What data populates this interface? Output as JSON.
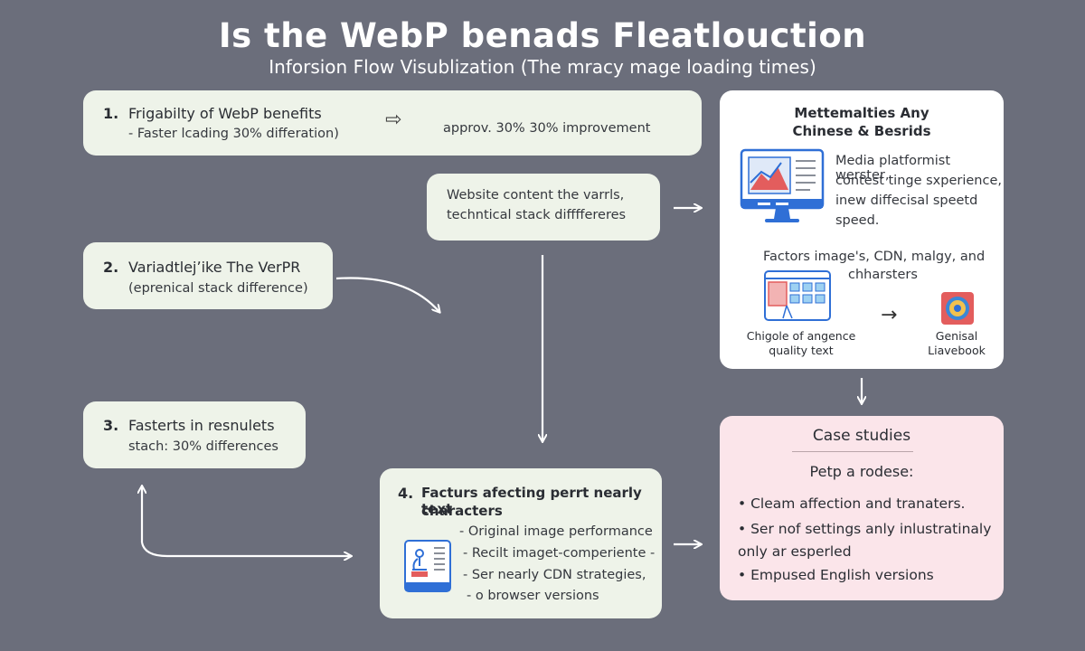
{
  "title": "Is the WebP benads Fleatlouction",
  "subtitle": "Inforsion Flow Visublization (The mracy mage loading times)",
  "box1": {
    "number": "1.",
    "heading": "Frigabilty of WebP benefits",
    "detail": "- Faster lcading 30% differation)",
    "arrow_glyph": "⇨",
    "improvement": "approv. 30% 30% improvement"
  },
  "box_middle": {
    "line1": "Website content the varrls,",
    "line2": "techntical stack diffffereres"
  },
  "box2": {
    "number": "2.",
    "heading": "Variadtlejʼike The VerPR",
    "detail": "(eprenical stack difference)"
  },
  "box3": {
    "number": "3.",
    "heading": "Fasterts in resnulets",
    "detail": "stach: 30% differences"
  },
  "box4": {
    "number": "4.",
    "heading_line1": "Facturs afecting perrt nearly text",
    "heading_line2": "characters",
    "items": [
      "- Original image performance",
      "- Recilt imaget-comperiente -",
      "- Ser nearly CDN strategies,",
      "- o browser versions"
    ]
  },
  "panel_right": {
    "heading_line1": "Mettemalties Any",
    "heading_line2": "Chinese & Besrids",
    "desc": [
      "Media platformist werster,",
      "contest tinge sxperience,",
      "inew diffecisal speetd",
      "speed."
    ],
    "factors_line1": "Factors image's, CDN, malgy, and",
    "factors_line2": "chharsters",
    "caption_left_line1": "Chigole of angence",
    "caption_left_line2": "quality text",
    "caption_right_line1": "Genisal",
    "caption_right_line2": "Liavebook",
    "arrow_glyph": "→"
  },
  "case_studies": {
    "heading": "Case studies",
    "subheading": "Petp a rodese:",
    "items": [
      "• Cleam affection and tranaters.",
      "• Ser nof settings anly inlustratinaly",
      "only ar esperled",
      "• Empused English versions"
    ]
  },
  "colors": {
    "background": "#6b6e7b",
    "box_green": "#eef3e9",
    "box_pink": "#fbe5ea",
    "box_white": "#ffffff",
    "arrow": "#ffffff",
    "monitor_blue": "#2f6fd6"
  },
  "icons": [
    "monitor-chart-icon",
    "browser-grid-icon",
    "gear-badge-icon",
    "document-microscope-icon"
  ]
}
